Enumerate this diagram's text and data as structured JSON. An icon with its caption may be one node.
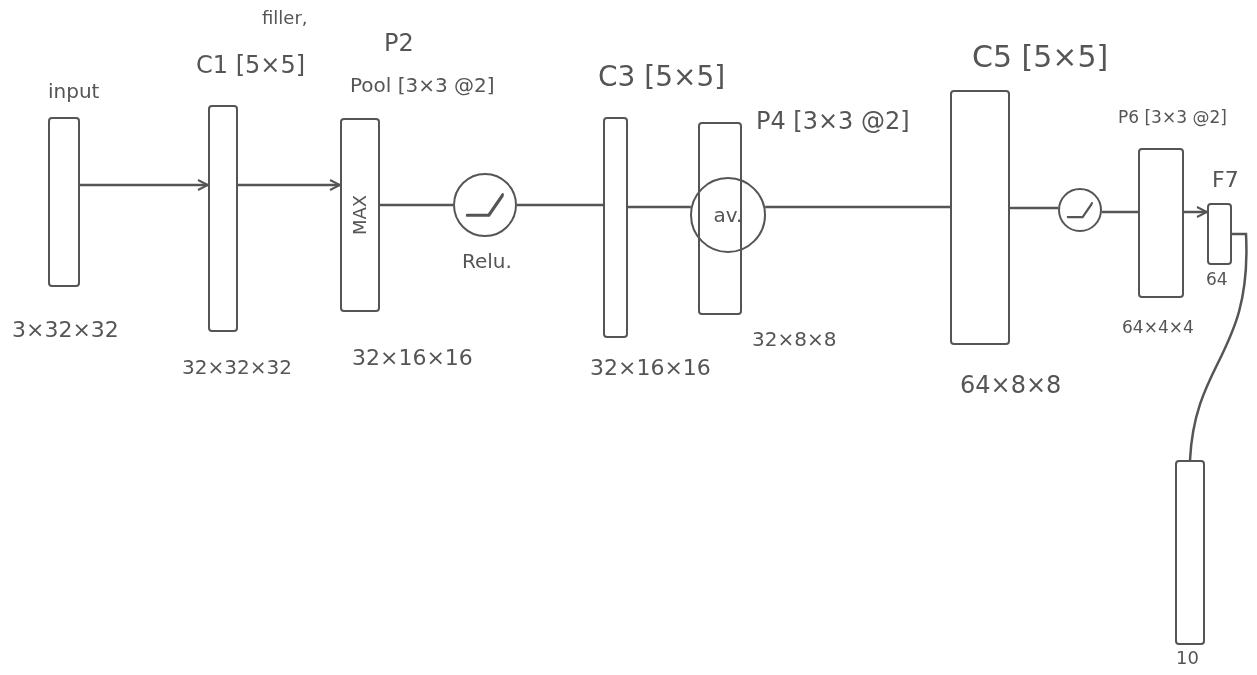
{
  "diagram": {
    "nodes": [
      {
        "text": [
          "input"
        ],
        "beside": [
          "3×32×32"
        ]
      },
      {
        "text": [
          "filler,",
          "C1 [5×5]"
        ],
        "beside": [
          "32×32×32"
        ]
      },
      {
        "text": [
          "P2",
          "Pool [3×3 @2]",
          "MAX"
        ],
        "beside": [
          "32×16×16"
        ]
      },
      {
        "text": [
          "Relu."
        ]
      },
      {
        "text": [
          "C3 [5×5]"
        ],
        "beside": [
          "32×16×16"
        ]
      },
      {
        "text": [
          "P4 [3×3 @2]"
        ],
        "beside": [
          "32×8×8"
        ]
      },
      {
        "text": [
          "av."
        ]
      },
      {
        "text": [
          "C5 [5×5]"
        ],
        "beside": [
          "64×8×8"
        ]
      },
      {
        "text": [],
        "shape": "circle"
      },
      {
        "text": [
          "P6 [3×3 @2]"
        ],
        "beside": [
          "64×4×4"
        ]
      },
      {
        "text": [
          "F7"
        ],
        "beside": [
          "64"
        ]
      },
      {
        "text": [],
        "shape": "bar",
        "beside": [
          "10"
        ]
      }
    ],
    "edges": [
      {
        "from": 0,
        "to": 1,
        "arrow": "to"
      },
      {
        "from": 1,
        "to": 2,
        "arrow": "to"
      },
      {
        "from": 2,
        "to": 3,
        "arrow": "none"
      },
      {
        "from": 3,
        "to": 4,
        "arrow": "none"
      },
      {
        "from": 4,
        "to": 6,
        "arrow": "none"
      },
      {
        "from": 6,
        "to": 7,
        "arrow": "none"
      },
      {
        "from": 7,
        "to": 8,
        "arrow": "none"
      },
      {
        "from": 8,
        "to": 9,
        "arrow": "none"
      },
      {
        "from": 9,
        "to": 10,
        "arrow": "to"
      },
      {
        "from": 10,
        "to": 11,
        "arrow": "none"
      }
    ]
  }
}
